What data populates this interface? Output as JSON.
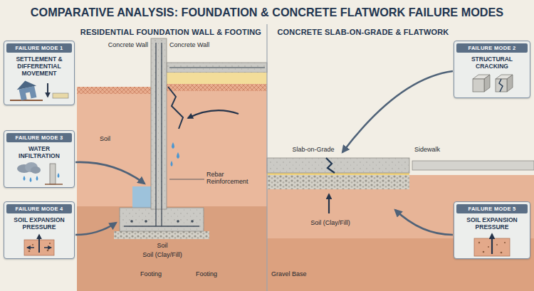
{
  "diagram": {
    "title": "COMPARATIVE ANALYSIS: FOUNDATION & CONCRETE FLATWORK FAILURE MODES",
    "nodes": [
      {
        "text": [
          "FAILURE MODE 1",
          "SETTLEMENT & DIFFERENTIAL MOVEMENT"
        ]
      },
      {
        "text": [
          "FAILURE MODE 2",
          "STRUCTURAL CRACKING"
        ]
      },
      {
        "text": [
          "FAILURE MODE 3",
          "WATER INFILTRATION"
        ]
      },
      {
        "text": [
          "FAILURE MODE 4",
          "SOIL EXPANSION PRESSURE"
        ]
      },
      {
        "text": [
          "FAILURE MODE 5",
          "SOIL EXPANSION PRESSURE"
        ]
      }
    ],
    "labels": [
      "RESIDENTIAL FOUNDATION WALL & FOOTING",
      "CONCRETE SLAB-ON-GRADE & FLATWORK",
      "Concrete Wall",
      "Concrete Wall",
      "Soil",
      "Rebar Reinforcement",
      "Soil",
      "Soil (Clay/Fill)",
      "Footing",
      "Footing",
      "Slab-on-Grade",
      "Sidewalk",
      "Soil (Clay/Fill)",
      "Gravel Base"
    ]
  }
}
